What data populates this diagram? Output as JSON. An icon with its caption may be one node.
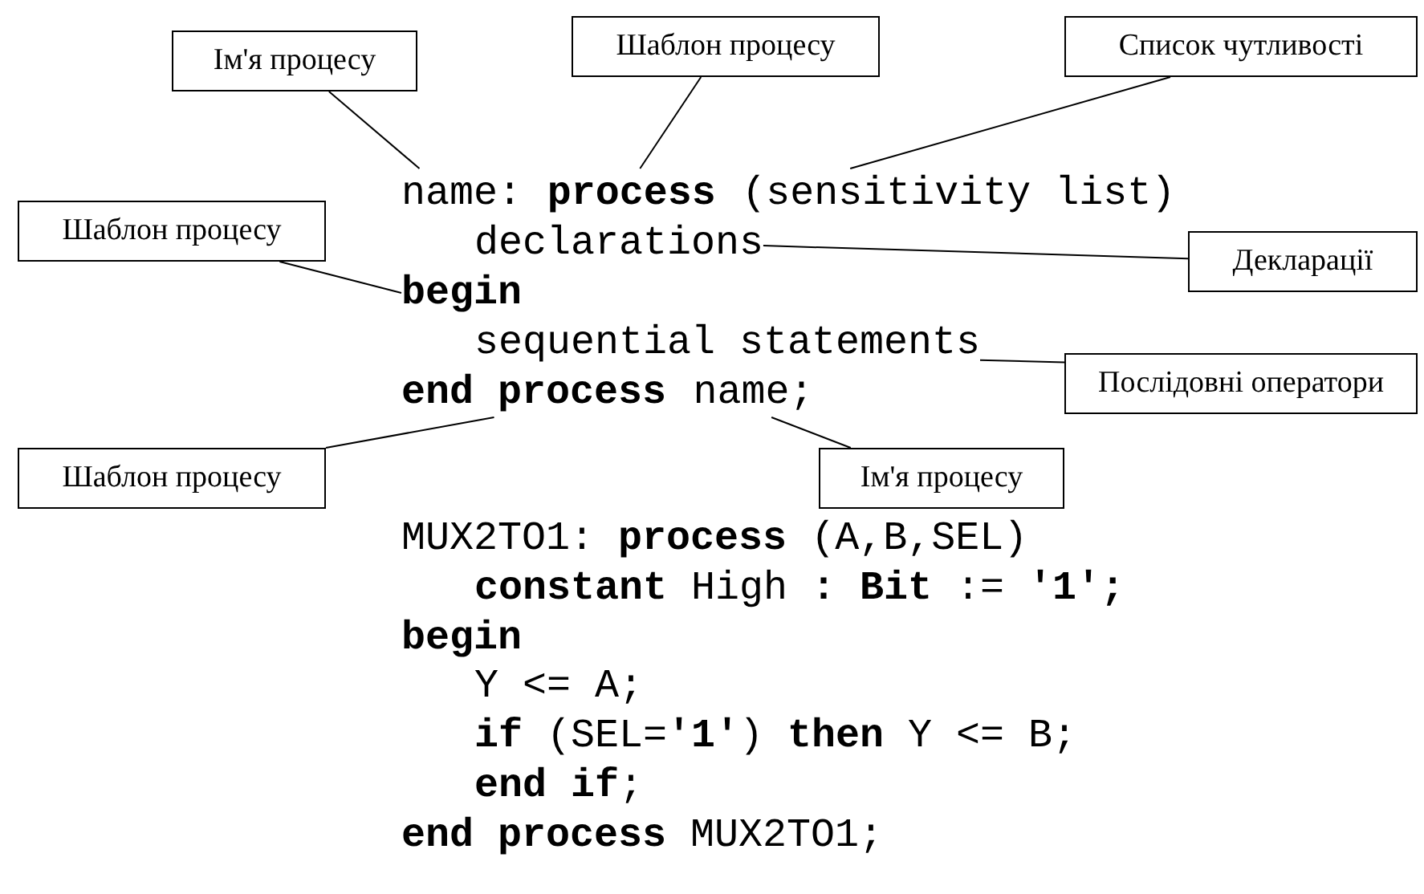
{
  "diagram": {
    "nodes": [
      {
        "text": [
          "Ім'я процесу"
        ]
      },
      {
        "text": [
          "Шаблон процесу"
        ]
      },
      {
        "text": [
          "Список чутливості"
        ]
      },
      {
        "text": [
          "name:"
        ]
      },
      {
        "text": [
          "process"
        ]
      },
      {
        "text": [
          "(sensitivity list)"
        ]
      },
      {
        "text": [
          "Шаблон процесу"
        ]
      },
      {
        "text": [
          "declarations"
        ]
      },
      {
        "text": [
          "Декларації"
        ]
      },
      {
        "text": [
          "begin"
        ]
      },
      {
        "text": [
          "sequential statements"
        ]
      },
      {
        "text": [
          "Послідовні оператори"
        ]
      },
      {
        "text": [
          "end process"
        ]
      },
      {
        "text": [
          "name;"
        ]
      },
      {
        "text": [
          "Шаблон процесу"
        ]
      },
      {
        "text": [
          "Ім'я процесу"
        ]
      }
    ],
    "edges": [
      {
        "from": 0,
        "to": 3,
        "arrow": "none"
      },
      {
        "from": 1,
        "to": 4,
        "arrow": "none"
      },
      {
        "from": 2,
        "to": 5,
        "arrow": "none"
      },
      {
        "from": 6,
        "to": 9,
        "arrow": "none"
      },
      {
        "from": 8,
        "to": 7,
        "arrow": "none"
      },
      {
        "from": 11,
        "to": 10,
        "arrow": "none"
      },
      {
        "from": 14,
        "to": 12,
        "arrow": "none"
      },
      {
        "from": 15,
        "to": 13,
        "arrow": "none"
      }
    ],
    "labels": [
      "MUX2TO1: **process** (A,B,SEL)",
      "**constant** High **: Bit** := **'1';**",
      "begin",
      "Y <= A;",
      "**if** (SEL=**'1'**) **then** Y <= B;",
      "**end if**;",
      "**end process** MUX2TO1;"
    ]
  }
}
